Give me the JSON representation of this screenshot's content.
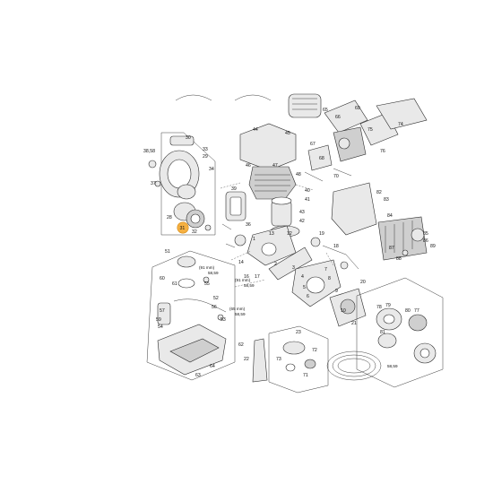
{
  "diagram": {
    "highlight_color": "#f5b041",
    "highlighted_label": "31",
    "labels": [
      "30",
      "38,58",
      "33",
      "29",
      "37",
      "34",
      "31",
      "32",
      "28",
      "44",
      "45",
      "46",
      "47",
      "48",
      "40",
      "41",
      "39",
      "36",
      "43",
      "42",
      "1",
      "2",
      "3",
      "4",
      "5",
      "6",
      "7",
      "8",
      "9",
      "10",
      "12",
      "13",
      "14",
      "16",
      "17",
      "18",
      "19",
      "20",
      "21",
      "69",
      "70",
      "74",
      "65",
      "66",
      "67",
      "68",
      "75",
      "76",
      "82",
      "83",
      "84",
      "85",
      "86",
      "87",
      "88",
      "89",
      "51",
      "52",
      "53",
      "54",
      "55",
      "56",
      "57",
      "59",
      "60",
      "61",
      "62",
      "63",
      "64",
      "22",
      "23",
      "71",
      "72",
      "73",
      "77",
      "78",
      "79",
      "80",
      "81"
    ],
    "notes": [
      "(91 mm)",
      "58,59",
      "(91 mm)",
      "58,59",
      "(65 mm)",
      "58,59",
      "58,59"
    ]
  }
}
